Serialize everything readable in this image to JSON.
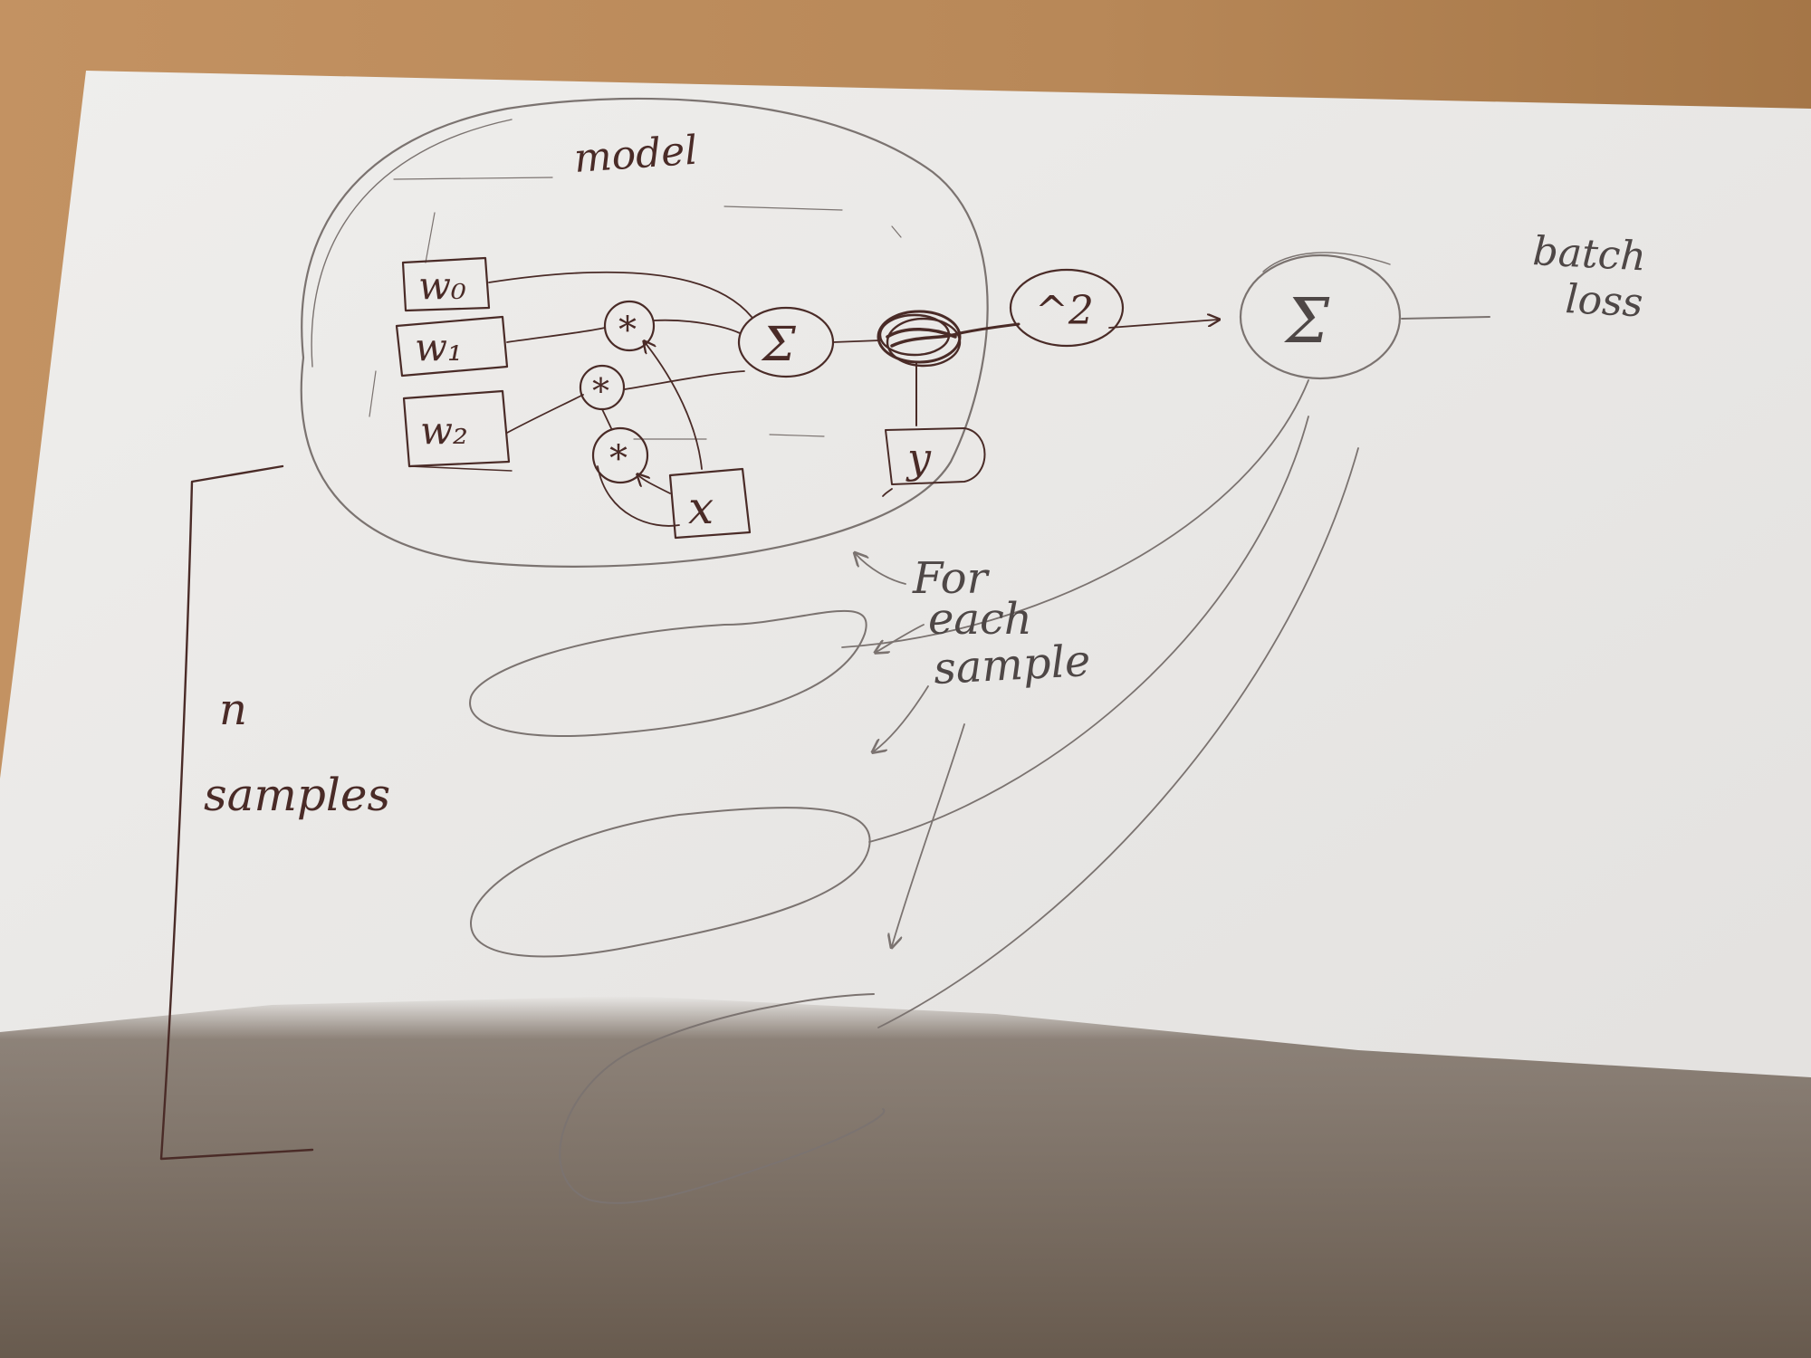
{
  "labels": {
    "model": "model",
    "w0": "w₀",
    "w1": "w₁",
    "w2": "w₂",
    "x": "x",
    "y": "y",
    "mult_top": "*",
    "mult_mid": "*",
    "mult_low": "*",
    "sum_model": "Σ",
    "square": "^2",
    "sum_batch": "Σ",
    "batch": "batch",
    "loss": "loss",
    "for": "For",
    "each": "each",
    "sample": "sample",
    "n": "n",
    "samples": "samples"
  },
  "colors": {
    "desk": "#b5875a",
    "paper": "#ecebe9",
    "ink": "#4a2b27",
    "pencil": "#7b7370"
  }
}
